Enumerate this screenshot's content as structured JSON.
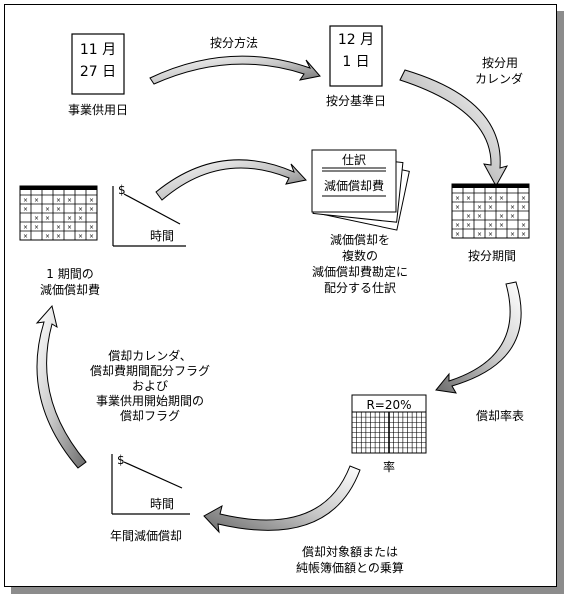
{
  "date_from": {
    "month": "11 月",
    "day": "27 日",
    "label": "事業供用日"
  },
  "date_to": {
    "month": "12 月",
    "day": "1 日",
    "label": "按分基準日"
  },
  "arrow_method_label": "按分方法",
  "calendar_label": [
    "按分用",
    "カレンダ"
  ],
  "period_label": "按分期間",
  "journal": {
    "title": "仕訳",
    "line": "減価償却費"
  },
  "journal_caption": [
    "減価償却を",
    "複数の",
    "減価償却費勘定に",
    "配分する仕訳"
  ],
  "period_chart": {
    "y_symbol": "$",
    "x_label": "時間"
  },
  "period_caption": [
    "1 期間の",
    "減価償却費"
  ],
  "rate_table": {
    "header": "R=20%",
    "label": "率"
  },
  "rate_table_label": "償却率表",
  "flags_caption": [
    "償却カレンダ、",
    "償却費期間配分フラグ",
    "および",
    "事業供用開始期間の",
    "償却フラグ"
  ],
  "annual_chart": {
    "y_symbol": "$",
    "x_label": "時間"
  },
  "annual_label": "年間減価償却",
  "multiply_caption": [
    "償却対象額または",
    "純帳簿価額との乗算"
  ]
}
